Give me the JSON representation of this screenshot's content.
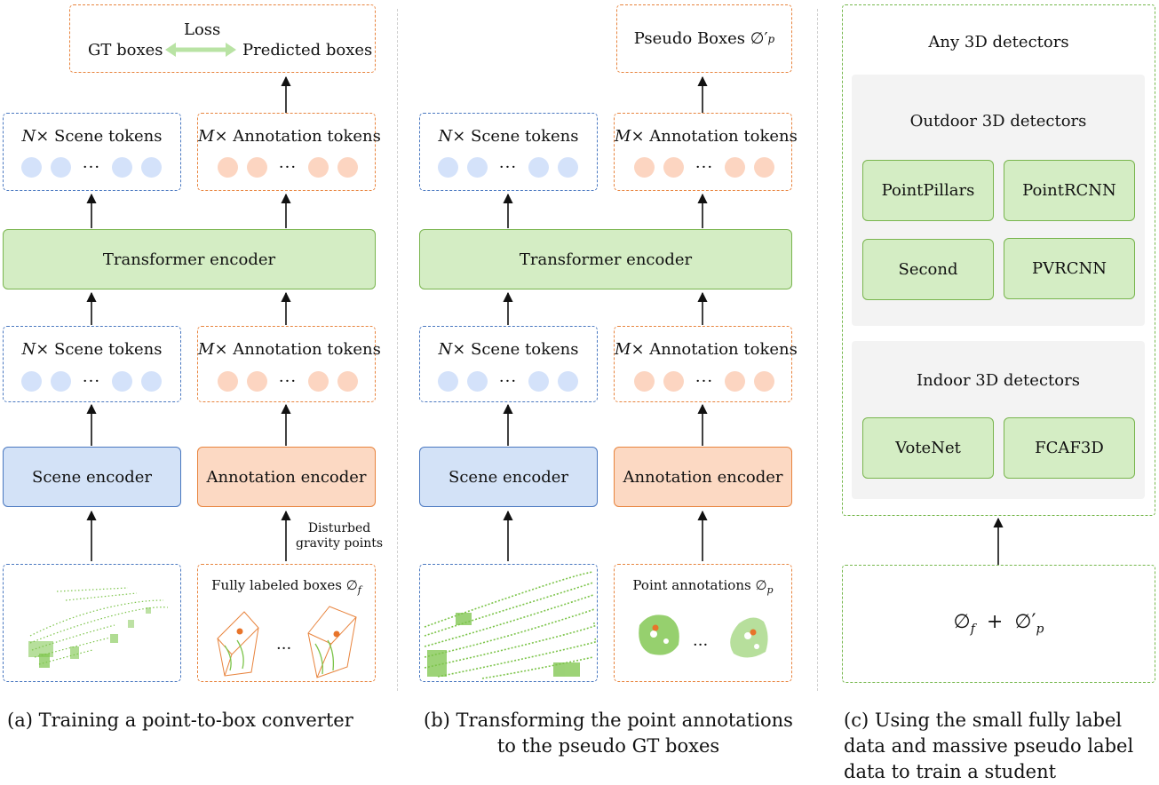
{
  "panel_a": {
    "loss_label": "Loss",
    "gt_boxes": "GT boxes",
    "pred_boxes": "Predicted boxes",
    "scene_tokens_prefix": "N",
    "scene_tokens_label": "× Scene tokens",
    "annot_tokens_prefix": "M",
    "annot_tokens_label": "× Annotation tokens",
    "dots": "···",
    "transformer": "Transformer encoder",
    "scene_encoder": "Scene encoder",
    "annotation_encoder": "Annotation encoder",
    "disturbed_line1": "Disturbed",
    "disturbed_line2": "gravity points",
    "fully_labeled": "Fully labeled boxes ∅",
    "fully_labeled_sub": "f",
    "caption": "(a) Training a point-to-box converter"
  },
  "panel_b": {
    "pseudo_boxes": "Pseudo Boxes ∅′",
    "pseudo_boxes_sub": "p",
    "scene_tokens_prefix": "N",
    "scene_tokens_label": "× Scene tokens",
    "annot_tokens_prefix": "M",
    "annot_tokens_label": "× Annotation tokens",
    "dots": "···",
    "transformer": "Transformer encoder",
    "scene_encoder": "Scene encoder",
    "annotation_encoder": "Annotation encoder",
    "point_annotations": "Point annotations ∅",
    "point_annotations_sub": "p",
    "caption_line1": "(b) Transforming the point annotations",
    "caption_line2": "to the pseudo GT boxes"
  },
  "panel_c": {
    "any_detectors": "Any 3D detectors",
    "outdoor_title": "Outdoor 3D detectors",
    "outdoor": [
      "PointPillars",
      "PointRCNN",
      "Second",
      "PVRCNN"
    ],
    "indoor_title": "Indoor 3D detectors",
    "indoor": [
      "VoteNet",
      "FCAF3D"
    ],
    "formula_a": "∅",
    "formula_a_sub": "f",
    "formula_plus": "+",
    "formula_b": "∅′",
    "formula_b_sub": "p",
    "caption_line1": "(c) Using the small fully label",
    "caption_line2": "data and massive pseudo label",
    "caption_line3": "data to train a student"
  },
  "colors": {
    "blue": "#4a78c0",
    "orange": "#e8843e",
    "green": "#79b54e",
    "green_fill": "#d4edc4",
    "blue_fill": "#d3e2f7",
    "orange_fill": "#fcd9c3",
    "point_green": "#7cc44a",
    "dot_orange": "#e8742a"
  }
}
